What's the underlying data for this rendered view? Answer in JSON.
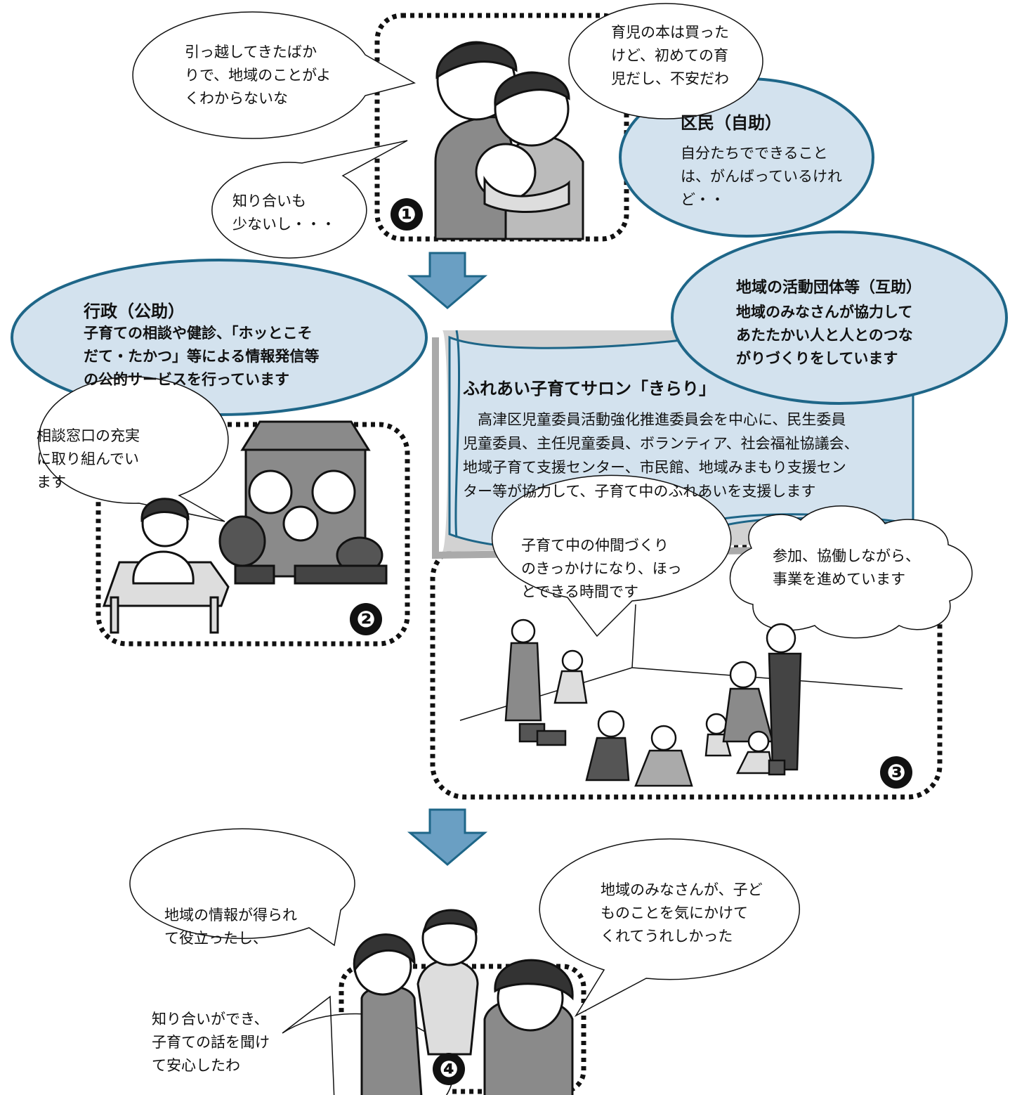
{
  "bubbles": {
    "moving": "引っ越してきたばか\nりで、地域のことがよ\nくわからないな",
    "book": "育児の本は買った\nけど、初めての育\n児だし、不安だわ",
    "acquaint_few": "知り合いも\n少ないし・・・",
    "consult": "相談窓口の充実\nに取り組んでい\nます",
    "salon_chance": "子育て中の仲間づくり\nのきっかけになり、ほっ\nとできる時間です",
    "cooperate": "参加、協働しながら、\n事業を進めています",
    "region_info": "地域の情報が得られ\nて役立ったし、",
    "region_care": "地域のみなさんが、子ど\nものことを気にかけて\nくれてうれしかった",
    "relief": "知り合いができ、\n子育ての話を聞け\nて安心したわ"
  },
  "self_help": {
    "title": "区民（自助）",
    "body": "自分たちでできること\nは、がんばっているけれ\nど・・"
  },
  "public_help": {
    "title": "行政（公助）",
    "body": "子育ての相談や健診、「ホッとこそ\nだて・たかつ」等による情報発信等\nの公的サービスを行っています"
  },
  "mutual_help": {
    "title": "地域の活動団体等（互助）",
    "body": "地域のみなさんが協力して\nあたたかい人と人とのつな\nがりづくりをしています"
  },
  "salon": {
    "title": "ふれあい子育てサロン「きらり」",
    "body": "　高津区児童委員活動強化推進委員会を中心に、民生委員\n児童委員、主任児童委員、ボランティア、社会福祉協議会、\n地域子育て支援センター、市民館、地域みまもり支援セン\nター等が協力して、子育て中のふれあいを支援します"
  },
  "steps": [
    "❶",
    "❷",
    "❸",
    "❹"
  ],
  "colors": {
    "ellipse_fill": "#d3e2ee",
    "ellipse_stroke": "#1e6688",
    "arrow": "#6a9fc3",
    "figure": "#8a8a8a"
  }
}
